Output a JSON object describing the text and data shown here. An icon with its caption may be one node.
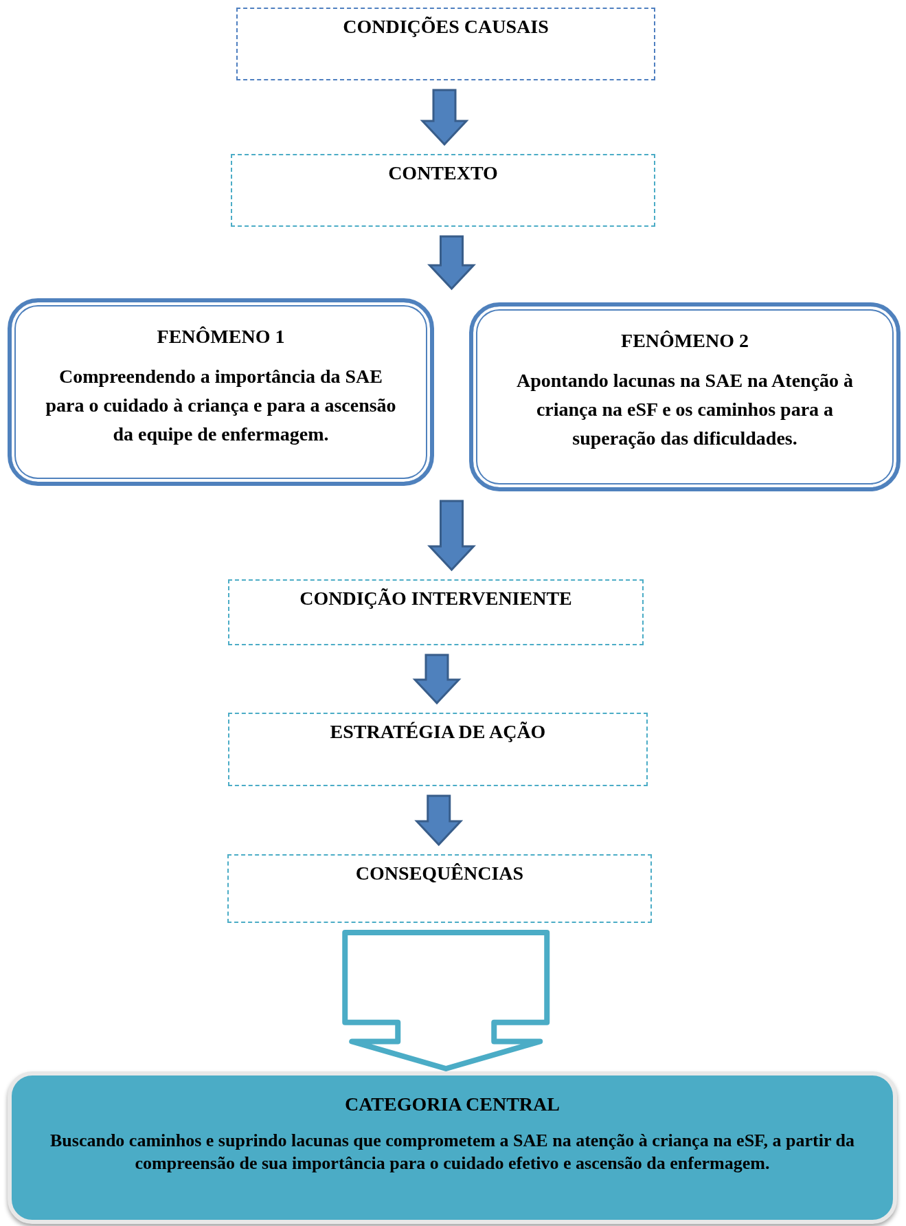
{
  "diagram": {
    "nodes": [
      {
        "text": [
          "CONDIÇÕES CAUSAIS"
        ]
      },
      {
        "text": [
          "CONTEXTO"
        ]
      },
      {
        "text": [
          "FENÔMENO 1",
          "Compreendendo a importância da SAE para o cuidado à criança e para a ascensão da equipe de enfermagem."
        ]
      },
      {
        "text": [
          "FENÔMENO 2",
          "Apontando lacunas na SAE na Atenção à criança na eSF e os caminhos para a superação das dificuldades."
        ]
      },
      {
        "text": [
          "CONDIÇÃO INTERVENIENTE"
        ]
      },
      {
        "text": [
          "ESTRATÉGIA DE AÇÃO"
        ]
      },
      {
        "text": [
          "CONSEQUÊNCIAS"
        ]
      },
      {
        "text": [
          "CATEGORIA CENTRAL",
          "Buscando caminhos e suprindo lacunas que comprometem a SAE na atenção à criança na eSF, a partir da compreensão de sua importância para o cuidado efetivo e ascensão da enfermagem."
        ]
      }
    ],
    "edges": [
      {
        "from": 0,
        "to": 1,
        "arrow": "to"
      },
      {
        "from": 1,
        "to": 2,
        "arrow": "to"
      },
      {
        "from": 1,
        "to": 3,
        "arrow": "to"
      },
      {
        "from": 2,
        "to": 4,
        "arrow": "to"
      },
      {
        "from": 3,
        "to": 4,
        "arrow": "to"
      },
      {
        "from": 4,
        "to": 5,
        "arrow": "to"
      },
      {
        "from": 5,
        "to": 6,
        "arrow": "to"
      },
      {
        "from": 6,
        "to": 7,
        "arrow": "to",
        "style": "thick",
        "color": "#4bacc6"
      }
    ]
  }
}
